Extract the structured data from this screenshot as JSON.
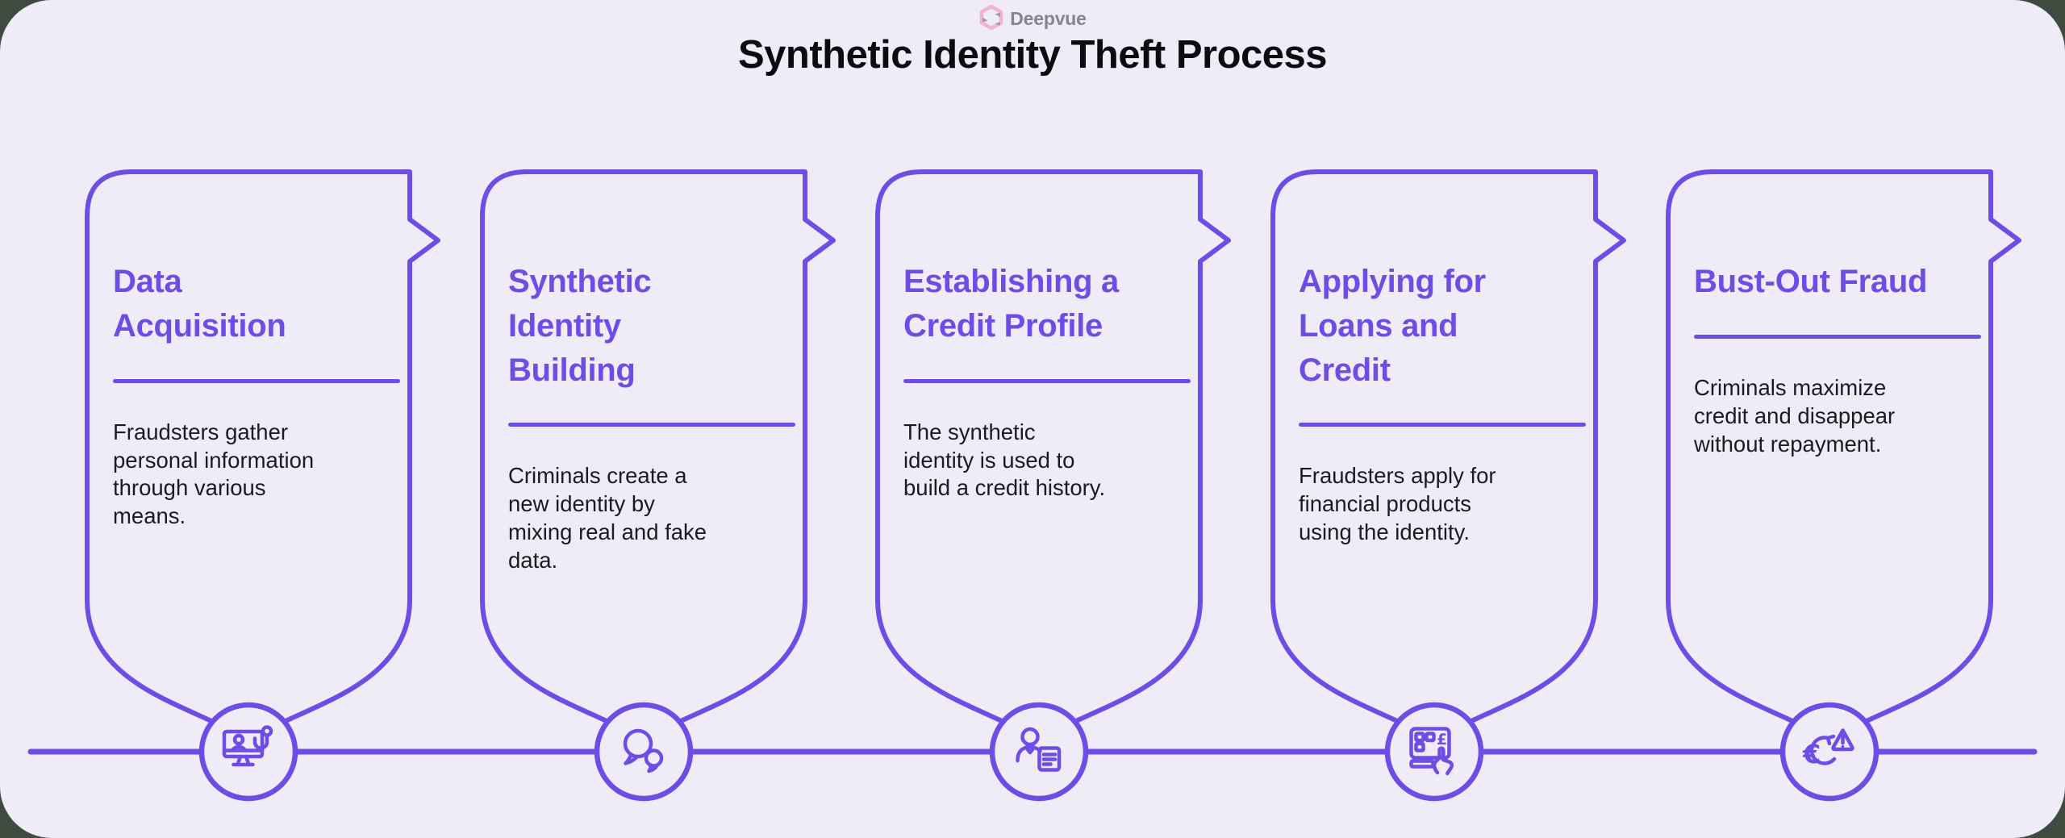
{
  "page": {
    "background_color": "#3E4B3E",
    "panel_color": "#EFEBF7",
    "accent_color": "#6C4DE6",
    "text_color": "#1C1C20",
    "logo_text": "Deepvue",
    "logo_pink": "#F3B3CD",
    "logo_gray": "#9B9BA6",
    "title": "Synthetic Identity Theft Process"
  },
  "steps": [
    {
      "title": "Data\nAcquisition",
      "description": "Fraudsters gather\npersonal information\nthrough various\nmeans.",
      "icon": "phishing-monitor-icon"
    },
    {
      "title": "Synthetic\nIdentity\nBuilding",
      "description": "Criminals create a\nnew identity by\nmixing real and fake\ndata.",
      "icon": "identity-bubbles-icon"
    },
    {
      "title": "Establishing a\nCredit Profile",
      "description": "The synthetic\nidentity is used to\nbuild a credit history.",
      "icon": "person-document-icon"
    },
    {
      "title": "Applying for\nLoans and\nCredit",
      "description": "Fraudsters apply for\nfinancial products\nusing the identity.",
      "icon": "keypad-currency-icon",
      "symbol": "£"
    },
    {
      "title": "Bust-Out Fraud",
      "description": "Criminals maximize\ncredit and disappear\nwithout repayment.",
      "icon": "currency-warning-icon",
      "symbol": "€"
    }
  ]
}
